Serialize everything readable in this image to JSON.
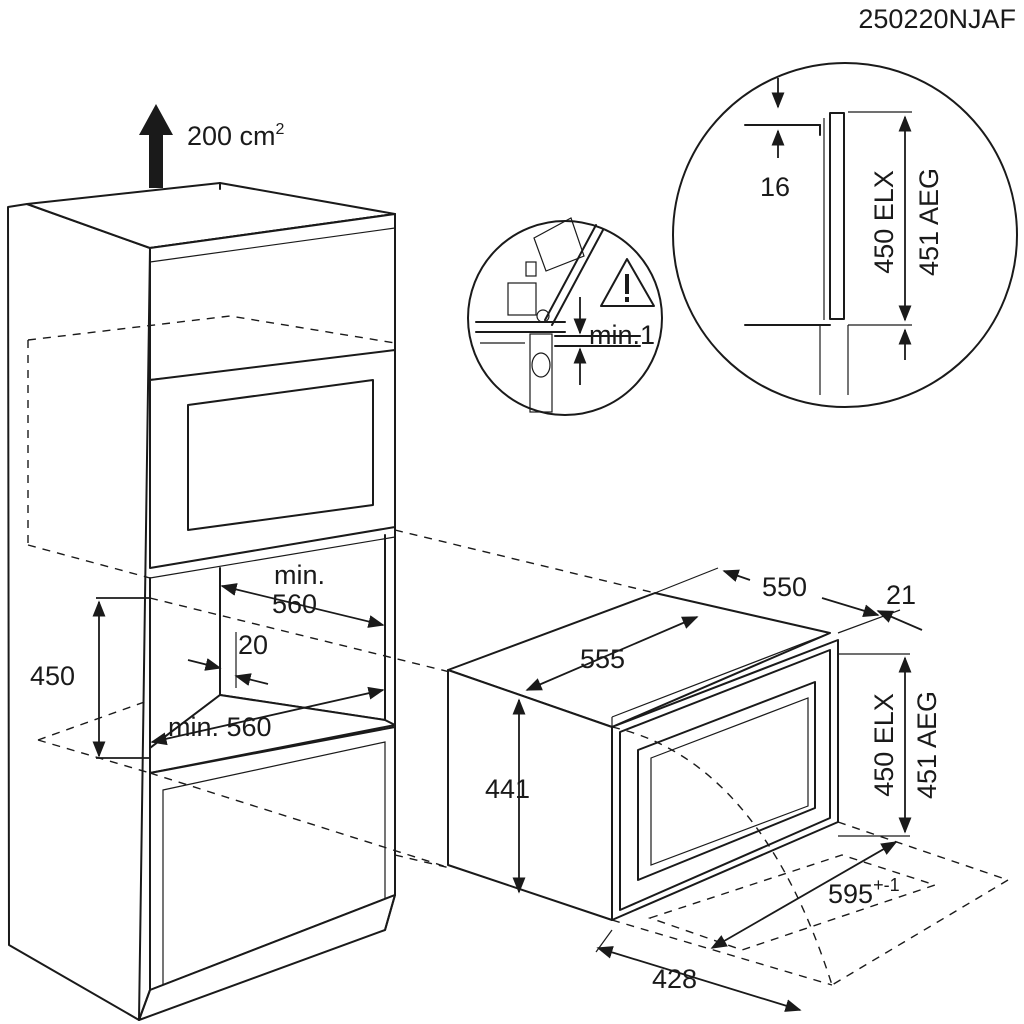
{
  "code": "250220NJAF",
  "ventilation": {
    "area": "200 cm",
    "area_superscript": "2"
  },
  "cabinet": {
    "niche_width_min_label_1": "min.",
    "niche_width_value_1": "560",
    "niche_width_bottom": "min. 560",
    "side_offset": "20",
    "niche_height": "450"
  },
  "appliance": {
    "depth_total": "550",
    "door_thickness": "21",
    "body_depth": "555",
    "body_height": "441",
    "front_height_a": "450 ELX",
    "front_height_b": "451 AEG",
    "front_width": "595",
    "front_width_tolerance": "+-1",
    "door_swing": "428"
  },
  "detail_clearance": {
    "label": "min.1",
    "warning_icon": "warning-triangle-icon"
  },
  "detail_height": {
    "gap": "16",
    "height_a": "450 ELX",
    "height_b": "451 AEG"
  }
}
